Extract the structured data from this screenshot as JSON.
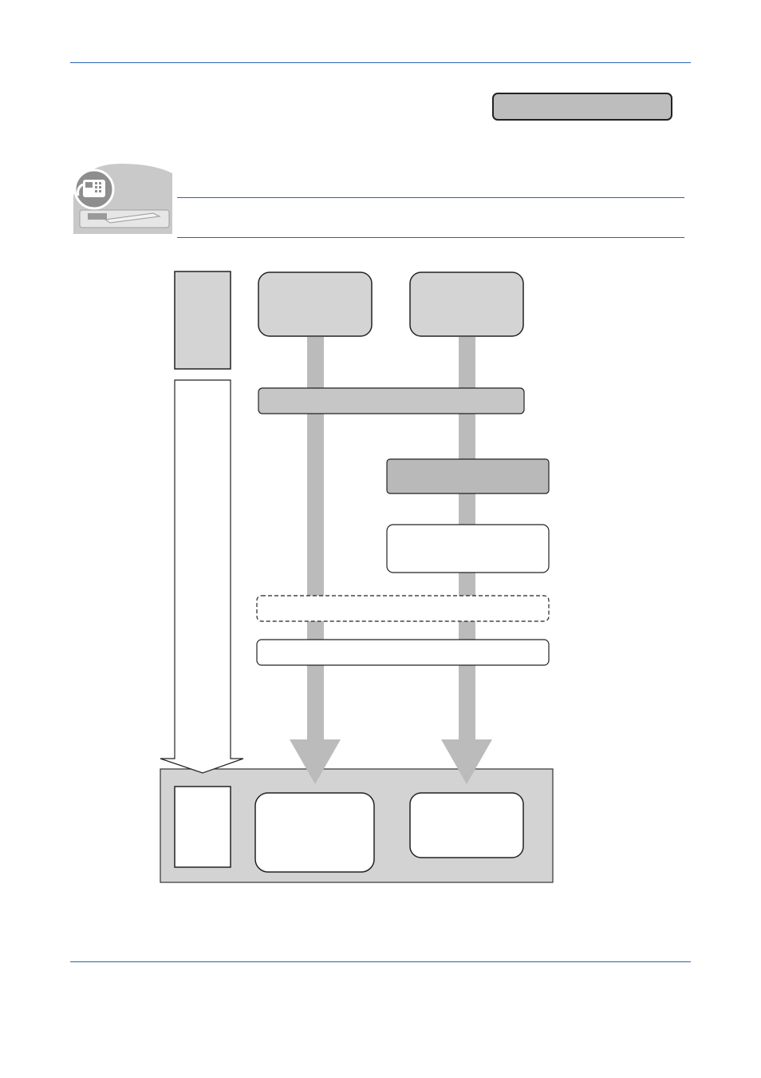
{
  "header": {
    "badge_text": ""
  },
  "section": {
    "title": "",
    "icon": "fax-machine-icon"
  },
  "diagram": {
    "side_column": {
      "top_block": "",
      "arrow_label": "",
      "bottom_block": ""
    },
    "sources": [
      {
        "label": ""
      },
      {
        "label": ""
      }
    ],
    "steps": [
      {
        "label": "",
        "style": "gray"
      },
      {
        "label": "",
        "style": "dark-gray"
      },
      {
        "label": "",
        "style": "white"
      },
      {
        "label": "",
        "style": "dashed"
      },
      {
        "label": "",
        "style": "white"
      }
    ],
    "results": [
      {
        "label": ""
      },
      {
        "label": ""
      }
    ]
  },
  "colors": {
    "rule": "#2a64b0",
    "box_gray": "#d4d4d4",
    "box_dark": "#bdbdbd",
    "flow_arrow": "#bbbbbb",
    "container": "#d3d3d3"
  }
}
